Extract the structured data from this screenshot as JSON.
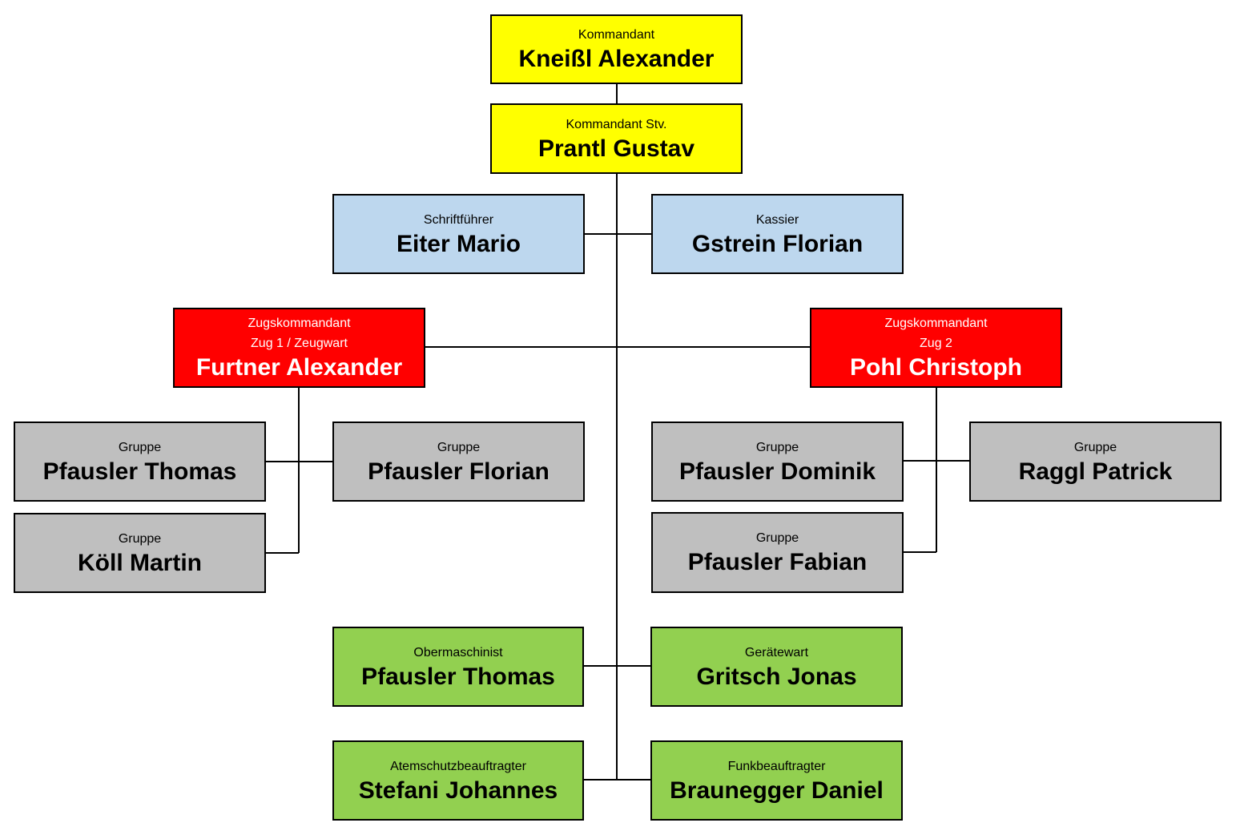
{
  "colors": {
    "leadership": "#ffff00",
    "admin": "#bdd7ee",
    "zug": "#ff0000",
    "gruppe": "#bfbfbf",
    "special": "#92d050",
    "line": "#000000"
  },
  "leadership": {
    "kommandant": {
      "role": "Kommandant",
      "name": "Kneißl Alexander"
    },
    "stellvertreter": {
      "role": "Kommandant Stv.",
      "name": "Prantl Gustav"
    }
  },
  "admin": {
    "schriftfuehrer": {
      "role": "Schriftführer",
      "name": "Eiter Mario"
    },
    "kassier": {
      "role": "Kassier",
      "name": "Gstrein Florian"
    }
  },
  "zug": {
    "zug1": {
      "role": "Zugskommandant\nZug 1 / Zeugwart",
      "name": "Furtner Alexander"
    },
    "zug2": {
      "role": "Zugskommandant\nZug 2",
      "name": "Pohl Christoph"
    }
  },
  "gruppen": {
    "g1": {
      "role": "Gruppe",
      "name": "Pfausler Thomas"
    },
    "g2": {
      "role": "Gruppe",
      "name": "Pfausler Florian"
    },
    "g3": {
      "role": "Gruppe",
      "name": "Köll Martin"
    },
    "g4": {
      "role": "Gruppe",
      "name": "Pfausler Dominik"
    },
    "g5": {
      "role": "Gruppe",
      "name": "Raggl Patrick"
    },
    "g6": {
      "role": "Gruppe",
      "name": "Pfausler Fabian"
    }
  },
  "special": {
    "obermaschinist": {
      "role": "Obermaschinist",
      "name": "Pfausler Thomas"
    },
    "geraetewart": {
      "role": "Gerätewart",
      "name": "Gritsch Jonas"
    },
    "atemschutz": {
      "role": "Atemschutzbeauftragter",
      "name": "Stefani Johannes"
    },
    "funk": {
      "role": "Funkbeauftragter",
      "name": "Braunegger Daniel"
    }
  }
}
